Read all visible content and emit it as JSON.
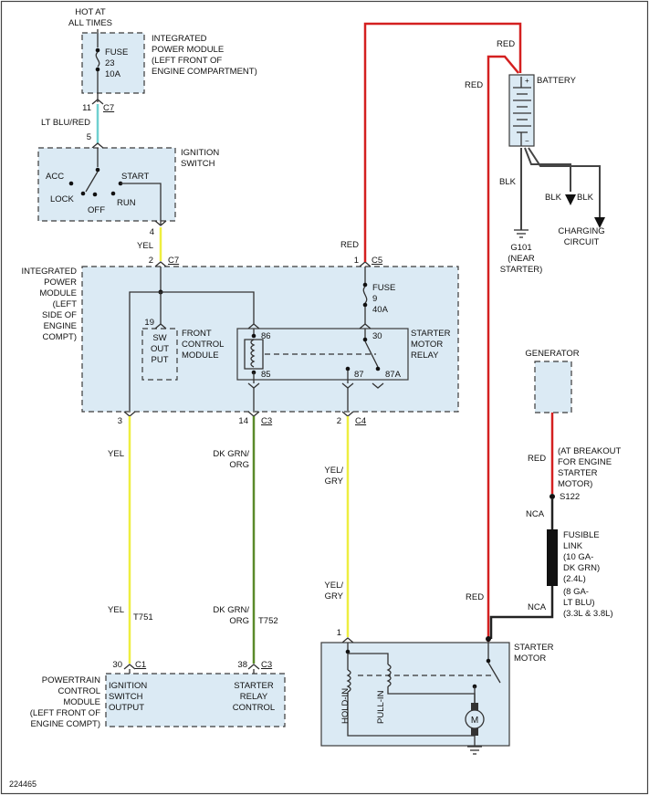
{
  "diagram_id": "224465",
  "hot_at": [
    "HOT AT",
    "ALL TIMES"
  ],
  "ipm_top": {
    "title": [
      "INTEGRATED",
      "POWER MODULE",
      "(LEFT FRONT OF",
      "ENGINE COMPARTMENT)"
    ],
    "fuse": [
      "FUSE",
      "23",
      "10A"
    ],
    "pin": "11",
    "conn": "C7"
  },
  "wire_ltblu": "LT BLU/RED",
  "ignition": {
    "title": [
      "IGNITION",
      "SWITCH"
    ],
    "pin_in": "5",
    "acc": "ACC",
    "lock": "LOCK",
    "off": "OFF",
    "run": "RUN",
    "start": "START",
    "pin_out": "4"
  },
  "wire_yel_top": "YEL",
  "ipm_main": {
    "title": [
      "INTEGRATED",
      "POWER",
      "MODULE",
      "(LEFT",
      "SIDE OF",
      "ENGINE",
      "COMPT)"
    ],
    "pin_c7": "2",
    "conn_c7": "C7",
    "pin_c5": "1",
    "conn_c5": "C5",
    "fuse": [
      "FUSE",
      "9",
      "40A"
    ],
    "fcm_pin": "19",
    "fcm_inner": [
      "SW",
      "OUT",
      "PUT"
    ],
    "fcm_title": [
      "FRONT",
      "CONTROL",
      "MODULE"
    ],
    "relay_title": [
      "STARTER",
      "MOTOR",
      "RELAY"
    ],
    "relay_pins": {
      "p86": "86",
      "p85": "85",
      "p30": "30",
      "p87": "87",
      "p87a": "87A"
    },
    "pin_left": "3",
    "pin_mid": "14",
    "conn_mid": "C3",
    "pin_right": "2",
    "conn_right": "C4"
  },
  "wire_red_c5": "RED",
  "battery": {
    "label": "BATTERY",
    "red_top": "RED",
    "red_left": "RED",
    "blk1": "BLK",
    "blk2": "BLK",
    "blk3": "BLK",
    "ground": [
      "G101",
      "(NEAR",
      "STARTER)"
    ],
    "charging": [
      "CHARGING",
      "CIRCUIT"
    ]
  },
  "generator": {
    "label": "GENERATOR",
    "wire_red": "RED",
    "breakout": [
      "(AT BREAKOUT",
      "FOR ENGINE",
      "STARTER",
      "MOTOR)"
    ],
    "splice": "S122",
    "nca_top": "NCA",
    "fusible": [
      "FUSIBLE",
      "LINK",
      "(10 GA-",
      "DK GRN)",
      "(2.4L)",
      "(8 GA-",
      "LT BLU)",
      "(3.3L & 3.8L)"
    ],
    "nca_bot": "NCA",
    "red_bottom": "RED"
  },
  "wires_lower": {
    "yel_a": "YEL",
    "yel_b": "YEL",
    "t751": "T751",
    "dkgrn_a": [
      "DK GRN/",
      "ORG"
    ],
    "dkgrn_b": [
      "DK GRN/",
      "ORG"
    ],
    "t752": "T752",
    "yelgry_a": [
      "YEL/",
      "GRY"
    ],
    "yelgry_b": [
      "YEL/",
      "GRY"
    ]
  },
  "pcm": {
    "title": [
      "POWERTRAIN",
      "CONTROL",
      "MODULE",
      "(LEFT FRONT OF",
      "ENGINE COMPT)"
    ],
    "pin_a": "30",
    "conn_a": "C1",
    "pin_b": "38",
    "conn_b": "C3",
    "inner_a": [
      "IGNITION",
      "SWITCH",
      "OUTPUT"
    ],
    "inner_b": [
      "STARTER",
      "RELAY",
      "CONTROL"
    ]
  },
  "starter": {
    "title": [
      "STARTER",
      "MOTOR"
    ],
    "pin": "1",
    "hold_in": "HOLD-IN",
    "pull_in": "PULL-IN",
    "motor": "M"
  },
  "colors": {
    "red": "#d42020",
    "yellow": "#eeee40",
    "green": "#5a8a2a",
    "lt_blue": "#70d0d0",
    "box_fill": "#dbeaf4",
    "line": "#333333"
  }
}
